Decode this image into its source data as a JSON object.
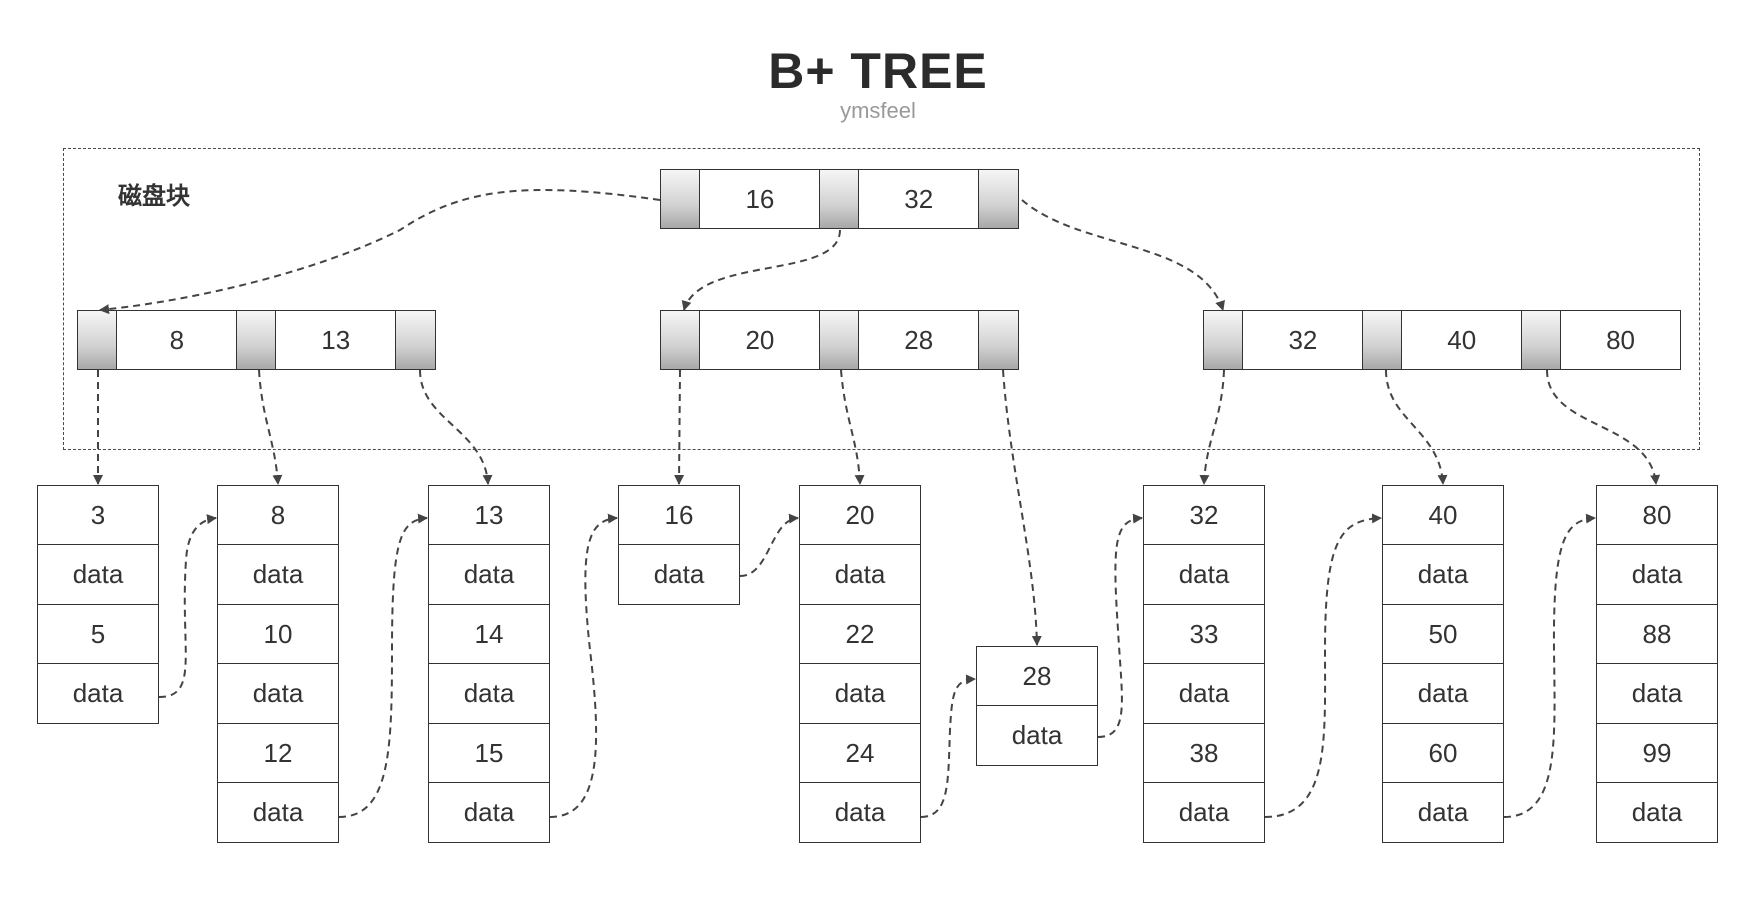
{
  "title": "B+ TREE",
  "subtitle": "ymsfeel",
  "region_label": "磁盘块",
  "colors": {
    "line": "#444444",
    "border": "#333333",
    "pointer_fill_top": "#f6f6f6",
    "pointer_fill_bottom": "#a8a8a8"
  },
  "root": {
    "keys": [
      "16",
      "32"
    ]
  },
  "internal": [
    {
      "keys": [
        "8",
        "13"
      ]
    },
    {
      "keys": [
        "20",
        "28"
      ]
    },
    {
      "keys": [
        "32",
        "40",
        "80"
      ]
    }
  ],
  "leaves": [
    {
      "cells": [
        "3",
        "data",
        "5",
        "data"
      ]
    },
    {
      "cells": [
        "8",
        "data",
        "10",
        "data",
        "12",
        "data"
      ]
    },
    {
      "cells": [
        "13",
        "data",
        "14",
        "data",
        "15",
        "data"
      ]
    },
    {
      "cells": [
        "16",
        "data"
      ]
    },
    {
      "cells": [
        "20",
        "data",
        "22",
        "data",
        "24",
        "data"
      ]
    },
    {
      "cells": [
        "28",
        "data"
      ]
    },
    {
      "cells": [
        "32",
        "data",
        "33",
        "data",
        "38",
        "data"
      ]
    },
    {
      "cells": [
        "40",
        "data",
        "50",
        "data",
        "60",
        "data"
      ]
    },
    {
      "cells": [
        "80",
        "data",
        "88",
        "data",
        "99",
        "data"
      ]
    }
  ]
}
